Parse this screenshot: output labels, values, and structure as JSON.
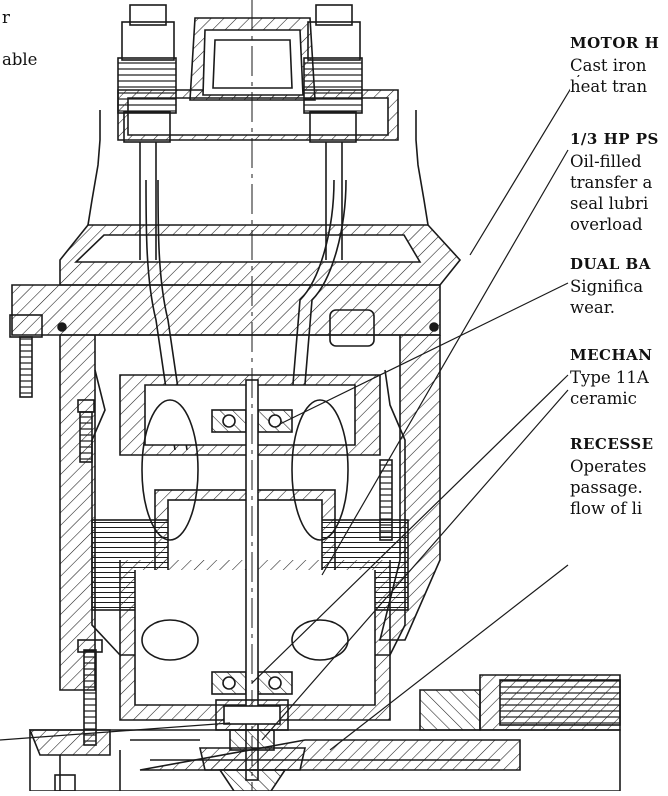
{
  "left_fragments": {
    "line1": "r",
    "line2": "able"
  },
  "callouts": [
    {
      "heading": "MOTOR H",
      "lines": [
        "Cast iron",
        "heat tran"
      ]
    },
    {
      "heading": "1/3 HP PS",
      "lines": [
        "Oil-filled",
        "transfer  a",
        "seal lubri",
        "overload"
      ]
    },
    {
      "heading": "DUAL  BA",
      "lines": [
        "Significa",
        "wear."
      ]
    },
    {
      "heading": "MECHAN",
      "lines": [
        "Type 11A",
        "ceramic"
      ]
    },
    {
      "heading": "RECESSE",
      "lines": [
        "Operates",
        "passage.",
        "flow of li"
      ]
    }
  ],
  "colors": {
    "line": "#1a1a1a",
    "background": "#ffffff"
  }
}
